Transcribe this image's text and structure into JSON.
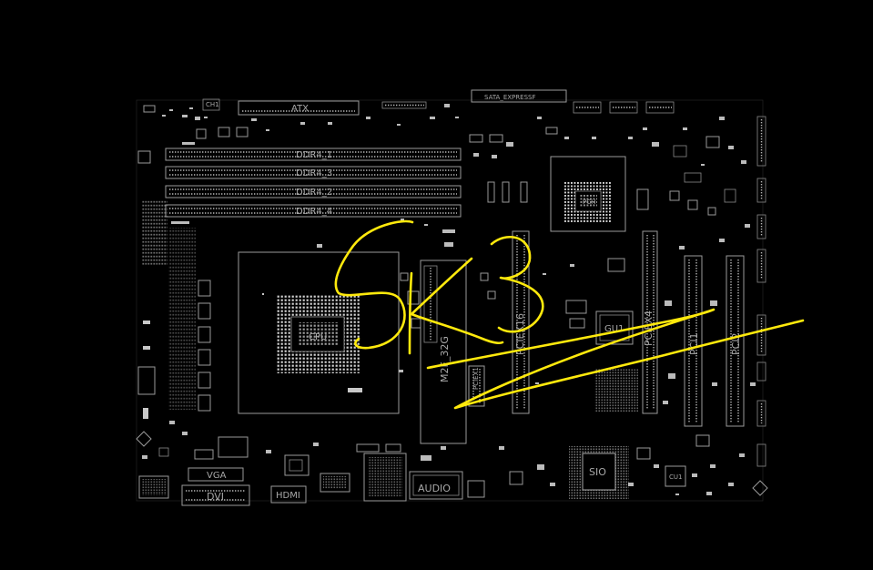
{
  "labels": {
    "atx": "ATX",
    "sata_express": "SATA_EXPRESSF",
    "ddr1": "DDR4_1",
    "ddr3": "DDR4_3",
    "ddr2": "DDR4_2",
    "ddr4": "DDR4_4",
    "cpu": "CPU",
    "m2": "M2F_32G",
    "pciex16": "PCIEX16",
    "pciex4": "PCIEX4",
    "pci1": "PCI1",
    "pci2": "PCI2",
    "gu1": "GU1",
    "sio": "SIO",
    "vga": "VGA",
    "dvi": "DVI",
    "hdmi": "HDMI",
    "audio": "AUDIO",
    "cu1": "CU1",
    "pciex1": "PCIEX1"
  },
  "colors": {
    "background": "#000000",
    "silkscreen": "#a8a8a8",
    "annotation": "#ffe90c"
  }
}
